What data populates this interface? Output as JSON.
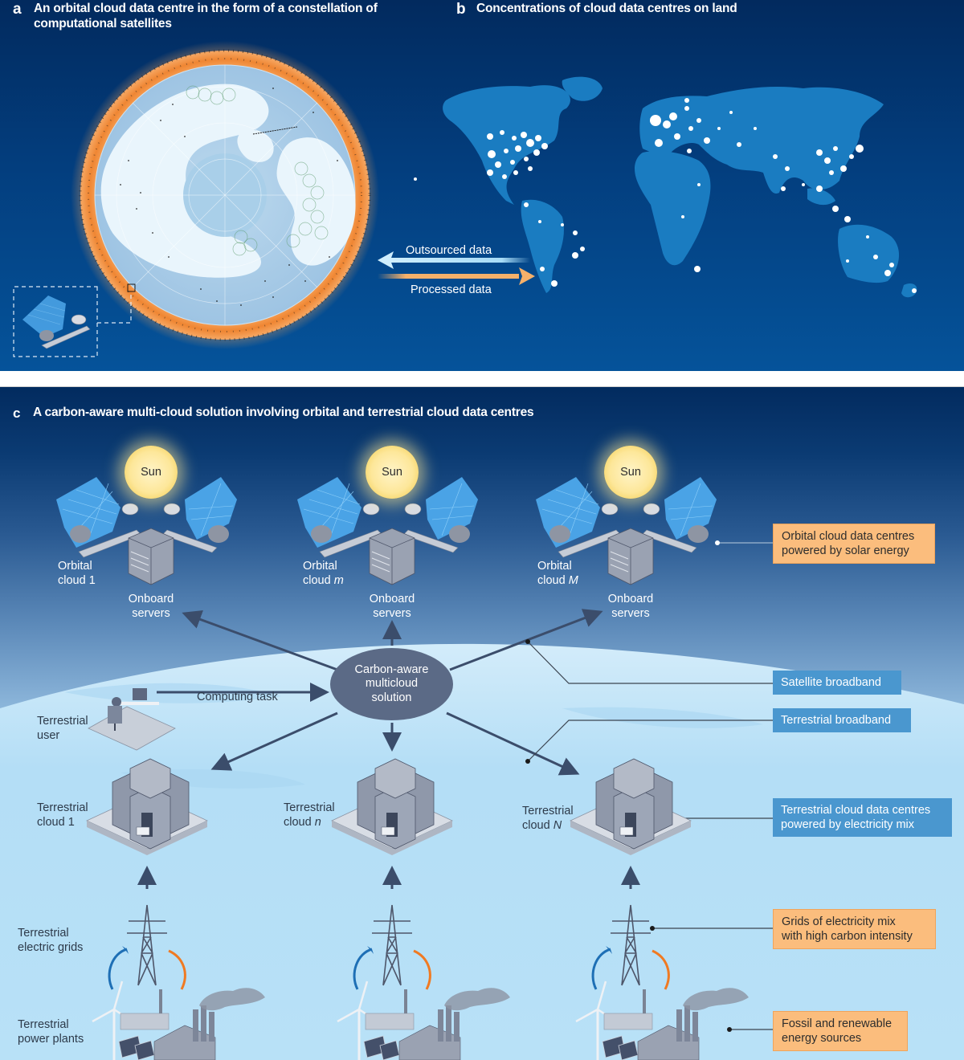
{
  "panel_a": {
    "letter": "a",
    "title_line1": "An orbital cloud data centre in the form of a constellation of",
    "title_line2": "computational satellites"
  },
  "panel_b": {
    "letter": "b",
    "title": "Concentrations of cloud data centres on land",
    "arrow_outsourced": "Outsourced data",
    "arrow_processed": "Processed data"
  },
  "panel_c": {
    "letter": "c",
    "title": "A carbon-aware multi-cloud solution involving orbital and terrestrial cloud data centres",
    "orbital_clouds": [
      {
        "sun": "Sun",
        "name_line1": "Orbital",
        "name_line2": "cloud 1",
        "servers_line1": "Onboard",
        "servers_line2": "servers"
      },
      {
        "sun": "Sun",
        "name_line1": "Orbital",
        "name_line2": "cloud ",
        "name_var": "m",
        "servers_line1": "Onboard",
        "servers_line2": "servers"
      },
      {
        "sun": "Sun",
        "name_line1": "Orbital",
        "name_line2": "cloud ",
        "name_var": "M",
        "servers_line1": "Onboard",
        "servers_line2": "servers"
      }
    ],
    "hub": {
      "line1": "Carbon-aware",
      "line2": "multicloud",
      "line3": "solution"
    },
    "computing_task": "Computing task",
    "user": {
      "line1": "Terrestrial",
      "line2": "user"
    },
    "terrestrial_clouds": [
      {
        "line1": "Terrestrial",
        "line2": "cloud 1",
        "var": ""
      },
      {
        "line1": "Terrestrial",
        "line2": "cloud ",
        "var": "n"
      },
      {
        "line1": "Terrestrial",
        "line2": "cloud ",
        "var": "N"
      }
    ],
    "grids_label": {
      "line1": "Terrestrial",
      "line2": "electric grids"
    },
    "plants_label": {
      "line1": "Terrestrial",
      "line2": "power plants"
    },
    "callouts": {
      "orbital": {
        "line1": "Orbital cloud data centres",
        "line2": "powered by solar energy",
        "color": "#fbbd7d"
      },
      "satellite_broadband": {
        "text": "Satellite broadband",
        "color": "#4a97cf"
      },
      "terrestrial_broadband": {
        "text": "Terrestrial broadband",
        "color": "#4a97cf"
      },
      "terrestrial_dc": {
        "line1": "Terrestrial cloud data centres",
        "line2": "powered by electricity mix",
        "color": "#4a97cf"
      },
      "grids": {
        "line1": "Grids of electricity mix",
        "line2": "with high carbon intensity",
        "color": "#fbbd7d"
      },
      "sources": {
        "line1": "Fossil and renewable",
        "line2": "energy sources",
        "color": "#fbbd7d"
      }
    }
  },
  "colors": {
    "navy": "#022a5e",
    "ring_orange": "#f08a3a",
    "globe_ice": "#dff1fb",
    "ocean_globe": "#a6cbe6",
    "land_map": "#1a7cc1",
    "arrow_blue": "#a8dcf7",
    "arrow_orange": "#f5b06a",
    "hub": "#5b6a86"
  }
}
